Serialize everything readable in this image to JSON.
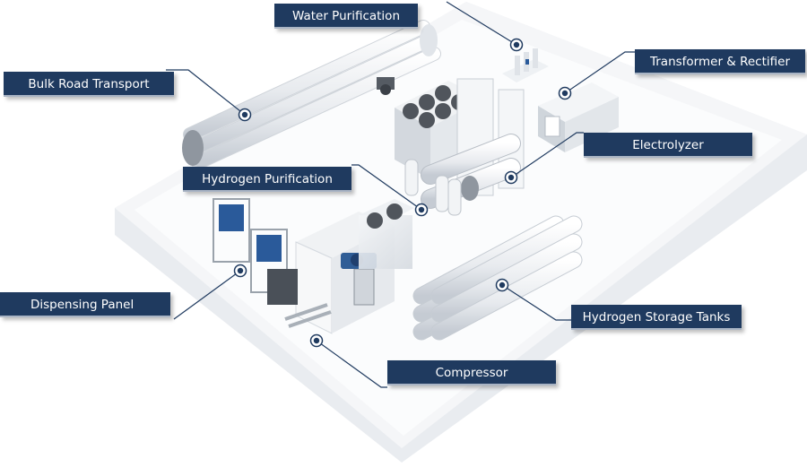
{
  "colors": {
    "label_bg": "#1f3a5f",
    "label_text": "#ffffff",
    "leader_line": "#1f3a5f",
    "equipment_accent": "#2a5a9a"
  },
  "labels": {
    "water_purification": "Water Purification",
    "bulk_road_transport": "Bulk Road Transport",
    "transformer_rectifier": "Transformer & Rectifier",
    "electrolyzer": "Electrolyzer",
    "hydrogen_purification": "Hydrogen Purification",
    "dispensing_panel": "Dispensing Panel",
    "hydrogen_storage_tanks": "Hydrogen Storage Tanks",
    "compressor": "Compressor"
  }
}
